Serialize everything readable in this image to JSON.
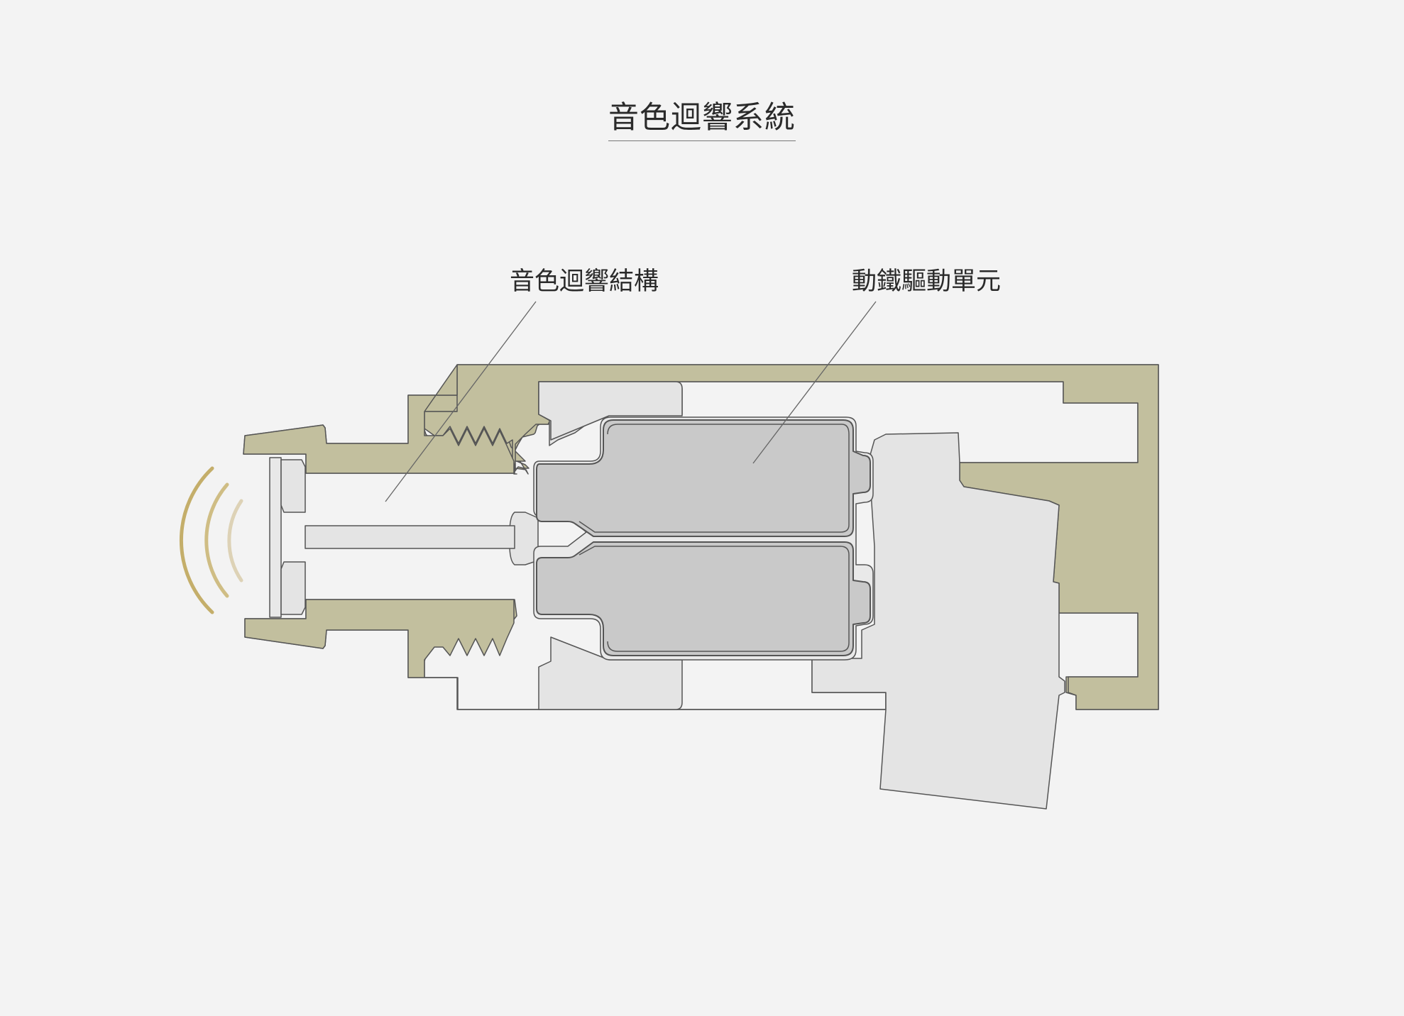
{
  "title": "音色迴響系統",
  "labels": {
    "resonance_structure": "音色迴響結構",
    "armature_driver": "動鐵驅動單元"
  },
  "colors": {
    "background": "#f3f3f3",
    "housing": "#c2bf9e",
    "inner_part": "#e4e4e4",
    "driver_fill": "#c9c9c9",
    "sound_wave": "#c4ae6a"
  },
  "icons": {
    "sound_waves": "sound-waves-icon"
  }
}
